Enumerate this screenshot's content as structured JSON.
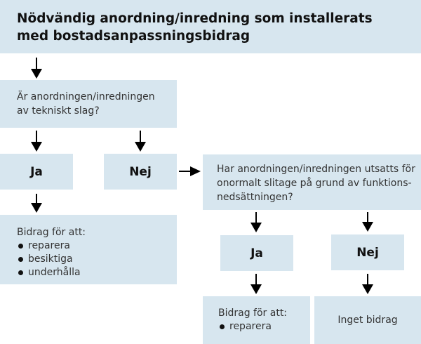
{
  "title": [
    "Nödvändig anordning/inredning som installerats",
    "med bostadsanpassningsbidrag"
  ],
  "question1": [
    "Är anordningen/inredningen",
    "av tekniskt slag?"
  ],
  "yes_label": "Ja",
  "no_label": "Nej",
  "question2": [
    "Har anordningen/inredningen utsatts för",
    "onormalt slitage på grund av funktions-",
    "nedsättningen?"
  ],
  "outcome_technical": {
    "heading": "Bidrag för att:",
    "items": [
      "reparera",
      "besiktiga",
      "underhålla"
    ]
  },
  "outcome_wear_yes": {
    "heading": "Bidrag för att:",
    "items": [
      "reparera"
    ]
  },
  "outcome_wear_no": "Inget bidrag",
  "colors": {
    "box": "#d7e6ef",
    "arrow": "#000000"
  }
}
